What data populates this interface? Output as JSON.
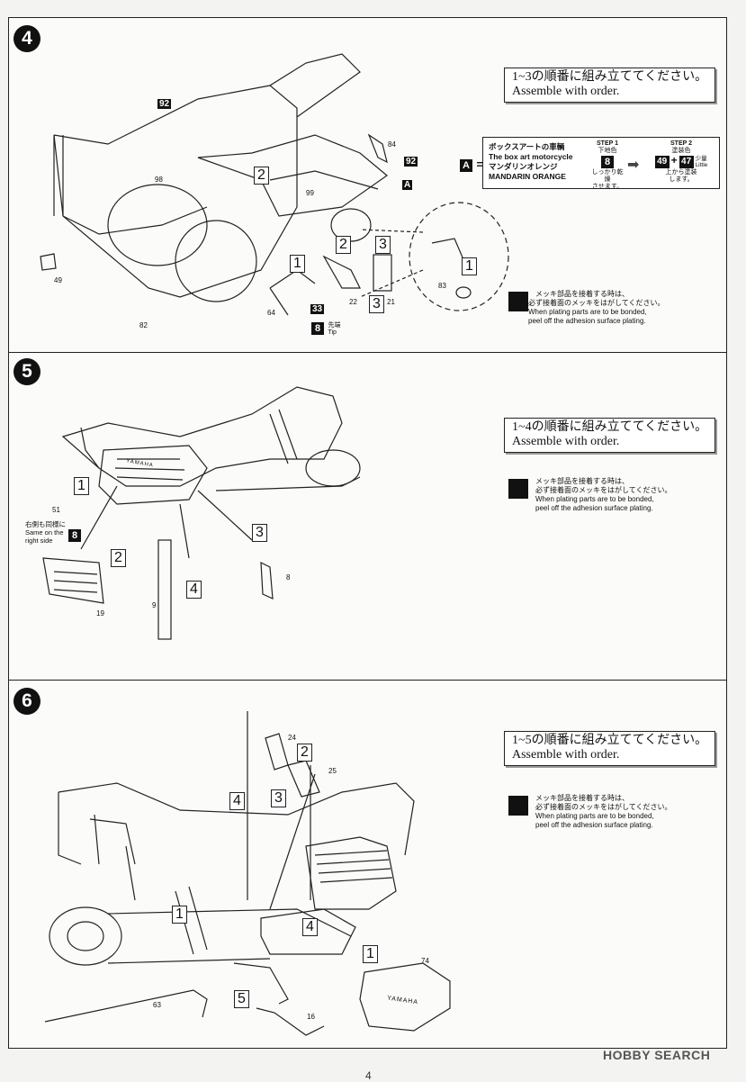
{
  "steps": [
    {
      "number": "4",
      "order_jp": "1~3の順番に組み立ててください。",
      "order_en": "Assemble with order.",
      "plating_jp1": "メッキ部品を接着する時は、",
      "plating_jp2": "必ず接着面のメッキをはがしてください。",
      "plating_en1": "When plating parts are to be bonded,",
      "plating_en2": "peel off the adhesion surface plating.",
      "part_labels": [
        "92",
        "98",
        "2",
        "99",
        "A",
        "84",
        "92",
        "49",
        "2",
        "3",
        "1",
        "83",
        "1",
        "22",
        "3",
        "21",
        "64",
        "33",
        "82"
      ],
      "tip_number": "8",
      "tip_jp": "先端",
      "tip_en": "Tip"
    },
    {
      "number": "5",
      "order_jp": "1~4の順番に組み立ててください。",
      "order_en": "Assemble with order.",
      "plating_jp1": "メッキ部品を接着する時は、",
      "plating_jp2": "必ず接着面のメッキをはがしてください。",
      "plating_en1": "When plating parts are to be bonded,",
      "plating_en2": "peel off the adhesion surface plating.",
      "part_labels": [
        "1",
        "51",
        "2",
        "3",
        "8",
        "4",
        "9",
        "19"
      ],
      "same_side_jp": "右側も同様に",
      "same_side_en1": "Same on the",
      "same_side_en2": "right side",
      "same_side_num": "8",
      "engine_text": "YAMAHA"
    },
    {
      "number": "6",
      "order_jp": "1~5の順番に組み立ててください。",
      "order_en": "Assemble with order.",
      "plating_jp1": "メッキ部品を接着する時は、",
      "plating_jp2": "必ず接着面のメッキをはがしてください。",
      "plating_en1": "When plating parts are to be bonded,",
      "plating_en2": "peel off the adhesion surface plating.",
      "part_labels": [
        "24",
        "2",
        "25",
        "4",
        "3",
        "1",
        "4",
        "1",
        "74",
        "5",
        "16",
        "63"
      ],
      "engine_text": "YAMAHA"
    }
  ],
  "paint": {
    "marker": "A",
    "equals": "=",
    "title_jp": "ボックスアートの車輌",
    "title_en": "The box art motorcycle",
    "color_jp": "マンダリンオレンジ",
    "color_en": "MANDARIN ORANGE",
    "step1_label": "STEP 1",
    "step1_jp": "下地色",
    "step1_num": "8",
    "step1_note_jp1": "しっかり乾燥",
    "step1_note_jp2": "させます。",
    "step2_label": "STEP 2",
    "step2_jp": "塗装色",
    "step2_num_a": "49",
    "plus": "+",
    "step2_num_b": "47",
    "little_jp": "少量",
    "little_en": "Little",
    "step2_note_jp1": "上から塗装",
    "step2_note_jp2": "します。"
  },
  "footer": {
    "logo": "HOBBY SEARCH",
    "page_number": "4"
  },
  "colors": {
    "ink": "#111111",
    "paper": "#fbfbf9",
    "accent_mark": "#111111"
  }
}
